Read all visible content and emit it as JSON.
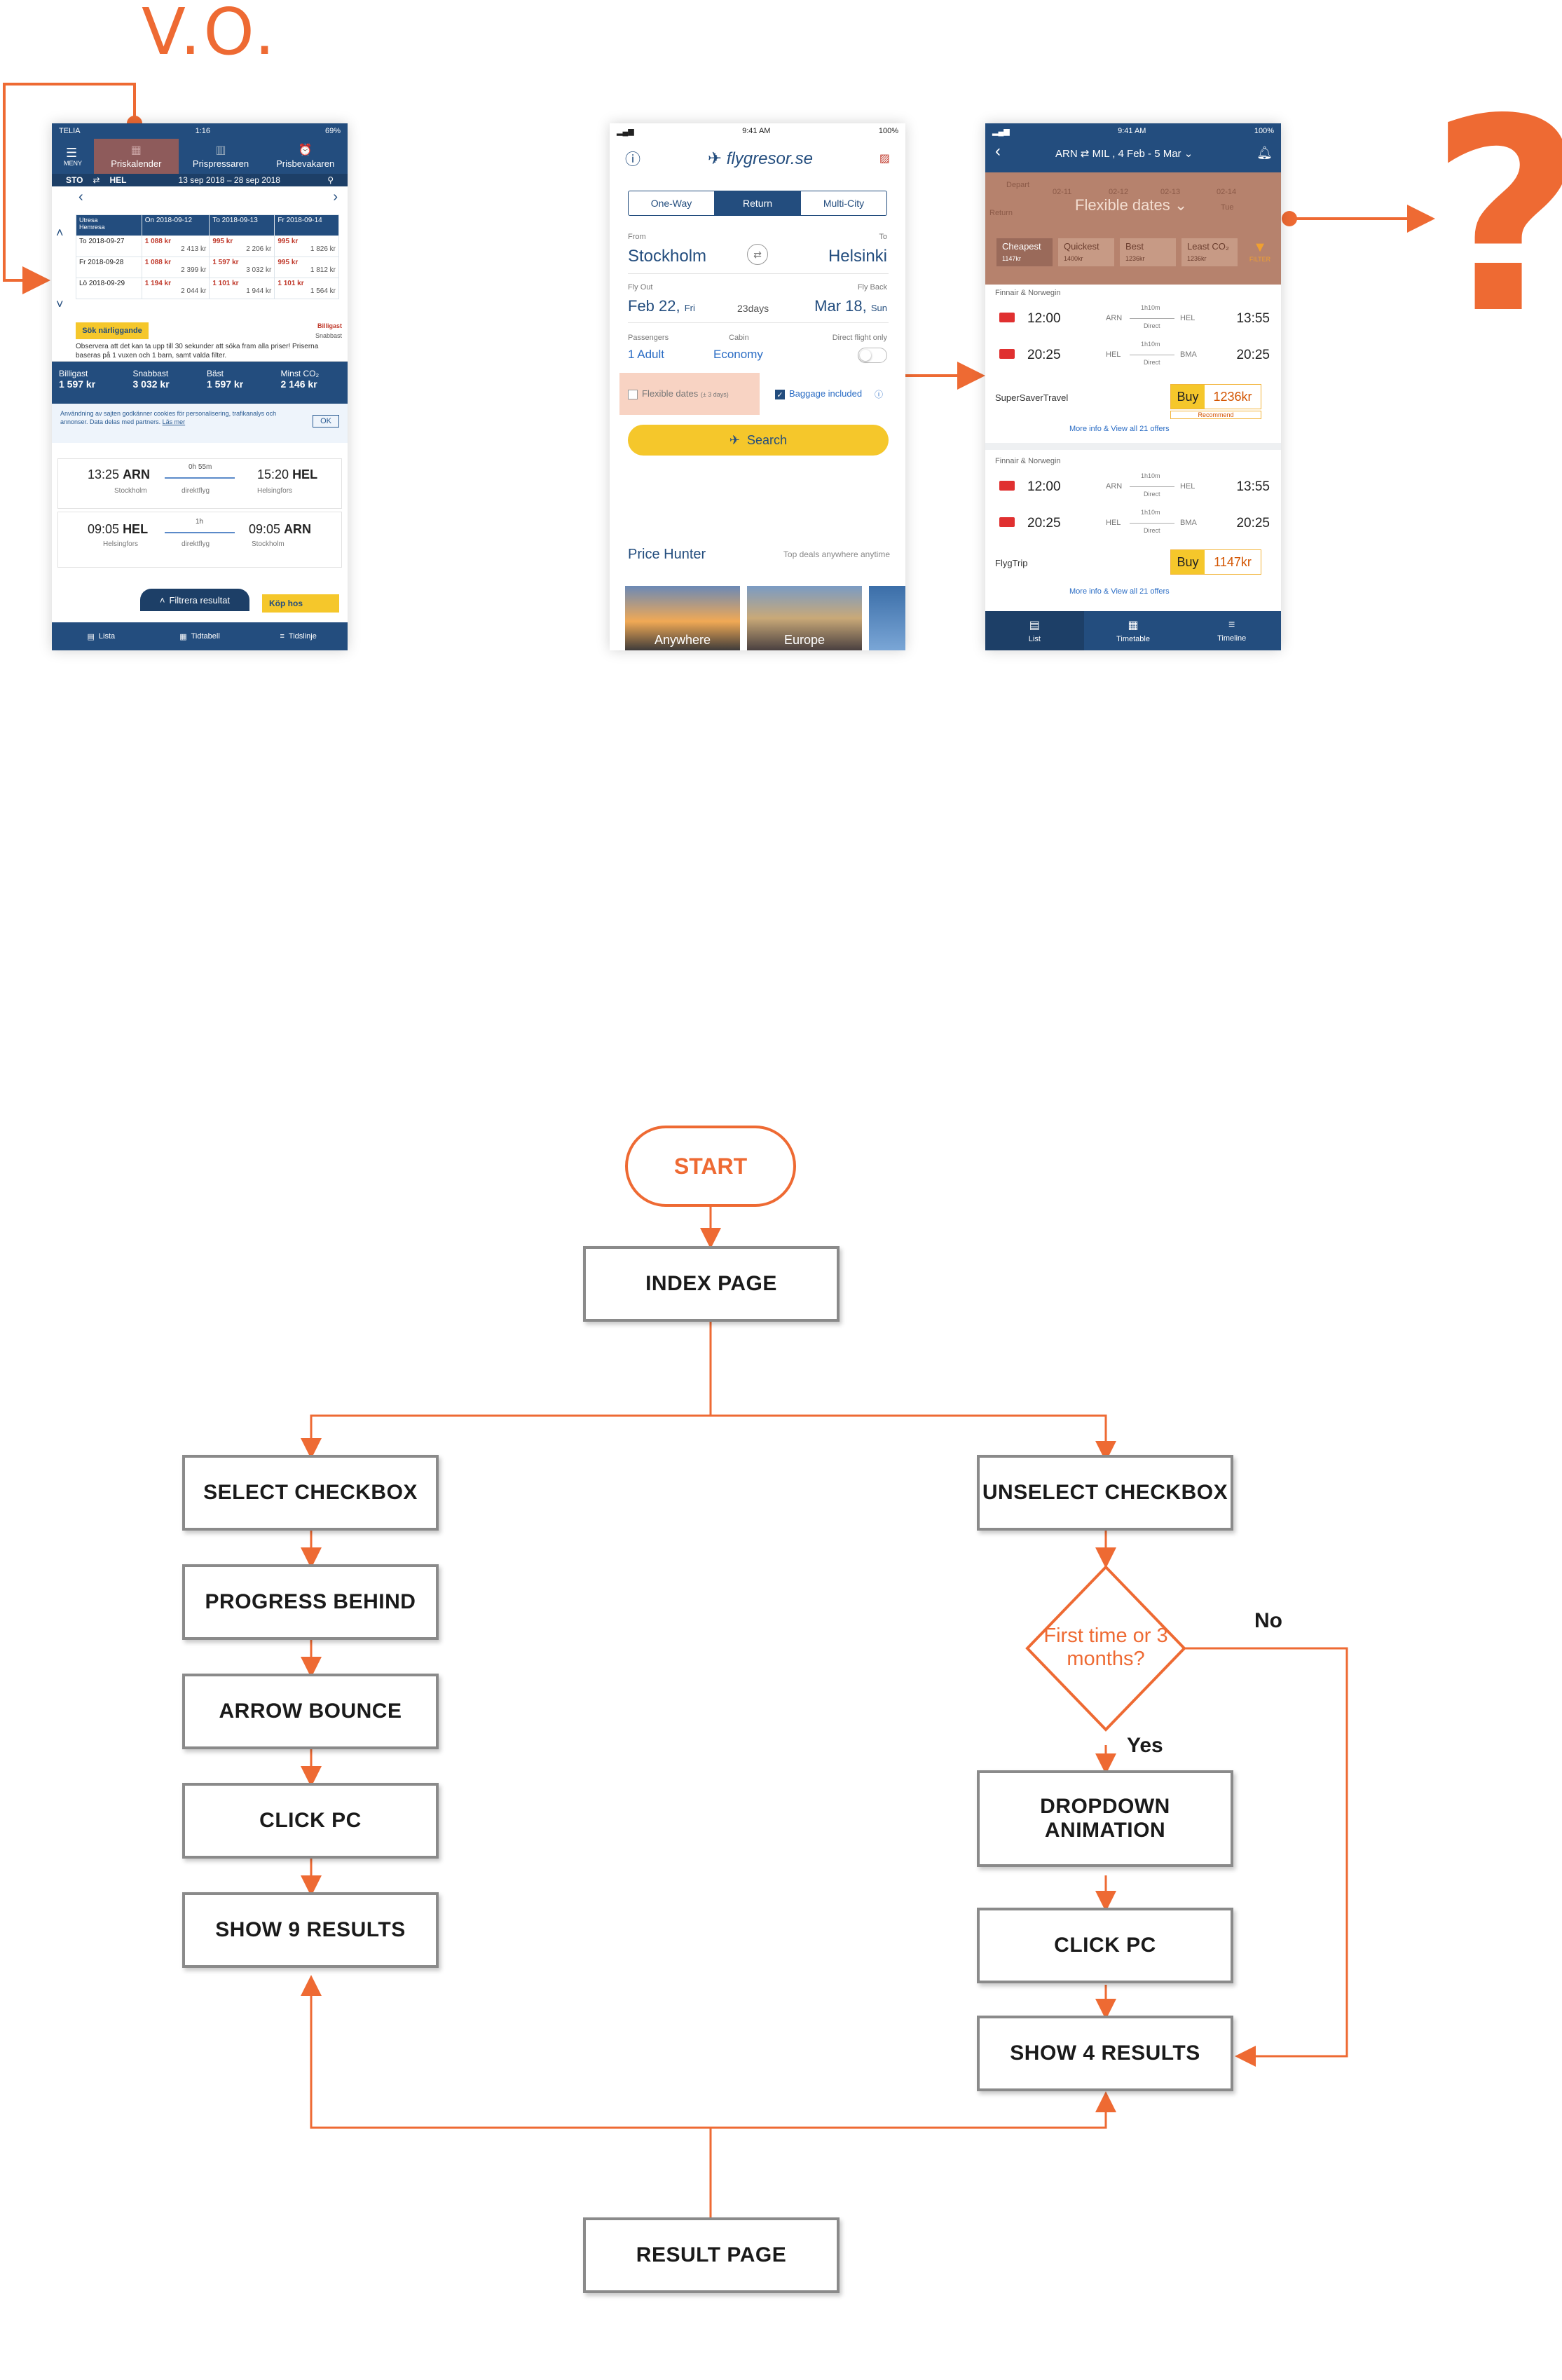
{
  "header": {
    "title": "V.O.",
    "question": "?"
  },
  "phone1": {
    "status": {
      "carrier": "TELIA",
      "time": "1:16",
      "battery": "69%"
    },
    "tabs": [
      {
        "label": "MENY"
      },
      {
        "label": "Priskalender"
      },
      {
        "label": "Prispressaren"
      },
      {
        "label": "Prisbevakaren"
      }
    ],
    "route": {
      "from": "STO",
      "to": "HEL",
      "dates": "13 sep 2018 – 28 sep 2018"
    },
    "calendar": {
      "corner_top": "Utresa",
      "corner_bottom": "Hemresa",
      "columns": [
        "On 2018-09-12",
        "To 2018-09-13",
        "Fr 2018-09-14"
      ],
      "rows": [
        {
          "label": "To 2018-09-27",
          "cells": [
            [
              "1 088 kr",
              "2 413 kr"
            ],
            [
              "995 kr",
              "2 206 kr"
            ],
            [
              "995 kr",
              "1 826 kr"
            ]
          ]
        },
        {
          "label": "Fr 2018-09-28",
          "cells": [
            [
              "1 088 kr",
              "2 399 kr"
            ],
            [
              "1 597 kr",
              "3 032 kr"
            ],
            [
              "995 kr",
              "1 812 kr"
            ]
          ]
        },
        {
          "label": "Lö 2018-09-29",
          "cells": [
            [
              "1 194 kr",
              "2 044 kr"
            ],
            [
              "1 101 kr",
              "1 944 kr"
            ],
            [
              "1 101 kr",
              "1 564 kr"
            ]
          ]
        }
      ]
    },
    "nearby_button": "Sök närliggande",
    "legend": {
      "cheapest": "Billigast",
      "fastest": "Snabbast"
    },
    "note": "Observera att det kan ta upp till 30 sekunder att söka fram alla priser! Priserna baseras på 1 vuxen och 1 barn, samt valda filter.",
    "stats": [
      {
        "label": "Billigast",
        "value": "1 597 kr"
      },
      {
        "label": "Snabbast",
        "value": "3 032 kr"
      },
      {
        "label": "Bäst",
        "value": "1 597 kr"
      },
      {
        "label": "Minst CO₂",
        "value": "2 146 kr"
      }
    ],
    "cookie": {
      "text": "Användning av sajten godkänner cookies för personalisering, trafikanalys och annonser. Data delas med partners.",
      "link": "Läs mer",
      "ok": "OK"
    },
    "flights": [
      {
        "dep_time": "13:25",
        "dep_code": "ARN",
        "dep_city": "Stockholm",
        "duration": "0h 55m",
        "type": "direktflyg",
        "arr_time": "15:20",
        "arr_code": "HEL",
        "arr_city": "Helsingfors"
      },
      {
        "dep_time": "09:05",
        "dep_code": "HEL",
        "dep_city": "Helsingfors",
        "duration": "1h",
        "type": "direktflyg",
        "arr_time": "09:05",
        "arr_code": "ARN",
        "arr_city": "Stockholm"
      }
    ],
    "filter_button": "Filtrera resultat",
    "buy_button": "Köp hos",
    "bottom_nav": [
      "Lista",
      "Tidtabell",
      "Tidslinje"
    ]
  },
  "phone2": {
    "status": {
      "time": "9:41 AM",
      "battery": "100%"
    },
    "logo": "flygresor.se",
    "trip_types": [
      "One-Way",
      "Return",
      "Multi-City"
    ],
    "from_label": "From",
    "to_label": "To",
    "from_city": "Stockholm",
    "to_city": "Helsinki",
    "fly_out_label": "Fly Out",
    "fly_back_label": "Fly Back",
    "fly_out_date": "Feb 22,",
    "fly_out_day": "Fri",
    "trip_length": "23days",
    "fly_back_date": "Mar 18,",
    "fly_back_day": "Sun",
    "passengers_label": "Passengers",
    "passengers_value": "1 Adult",
    "cabin_label": "Cabin",
    "cabin_value": "Economy",
    "direct_label": "Direct flight only",
    "flexible_label": "Flexible dates",
    "flexible_sub": "(± 3 days)",
    "baggage_label": "Baggage included",
    "search_button": "Search",
    "price_hunter": "Price Hunter",
    "price_hunter_sub": "Top deals anywhere anytime",
    "deals": [
      "Anywhere",
      "Europe"
    ]
  },
  "phone3": {
    "status": {
      "time": "9:41 AM",
      "battery": "100%"
    },
    "header_route": "ARN ⇄ MIL , 4 Feb - 5 Mar",
    "flex_title": "Flexible dates",
    "depart_label": "Depart",
    "return_label": "Return",
    "flex_dates": [
      "02-11",
      "02-12",
      "02-13",
      "02-14"
    ],
    "flex_day": "Tue",
    "sort_tabs": [
      {
        "label": "Cheapest",
        "sub": "1147kr"
      },
      {
        "label": "Quickest",
        "sub": "1400kr"
      },
      {
        "label": "Best",
        "sub": "1236kr"
      },
      {
        "label": "Least CO₂",
        "sub": "1236kr"
      }
    ],
    "filter_label": "FILTER",
    "results": [
      {
        "airlines": "Finnair & Norwegin",
        "legs": [
          {
            "dep": "12:00",
            "from": "ARN",
            "dur": "1h10m",
            "stop": "Direct",
            "to": "HEL",
            "arr": "13:55"
          },
          {
            "dep": "20:25",
            "from": "HEL",
            "dur": "1h10m",
            "stop": "Direct",
            "to": "BMA",
            "arr": "20:25"
          }
        ],
        "agent": "SuperSaverTravel",
        "buy": "Buy",
        "price": "1236kr",
        "tag": "Recommend",
        "more": "More info & View all 21 offers"
      },
      {
        "airlines": "Finnair & Norwegin",
        "legs": [
          {
            "dep": "12:00",
            "from": "ARN",
            "dur": "1h10m",
            "stop": "Direct",
            "to": "HEL",
            "arr": "13:55"
          },
          {
            "dep": "20:25",
            "from": "HEL",
            "dur": "1h10m",
            "stop": "Direct",
            "to": "BMA",
            "arr": "20:25"
          }
        ],
        "agent": "FlygTrip",
        "buy": "Buy",
        "price": "1147kr",
        "tag": "",
        "more": "More info & View all 21 offers"
      }
    ],
    "bottom_nav": [
      "List",
      "Timetable",
      "Timeline"
    ]
  },
  "flowchart": {
    "start": "START",
    "index_page": "INDEX PAGE",
    "left": [
      "SELECT CHECKBOX",
      "PROGRESS BEHIND",
      "ARROW BOUNCE",
      "CLICK PC",
      "SHOW 9 RESULTS"
    ],
    "right_first": "UNSELECT CHECKBOX",
    "decision": "First time or 3 months?",
    "yes": "Yes",
    "no": "No",
    "right_rest": [
      "DROPDOWN ANIMATION",
      "CLICK PC",
      "SHOW 4 RESULTS"
    ],
    "result_page": "RESULT PAGE"
  },
  "colors": {
    "accent": "#ee6a33",
    "navy": "#234d7e",
    "yellow": "#f5c72b",
    "box_border": "#8a8a8a"
  }
}
